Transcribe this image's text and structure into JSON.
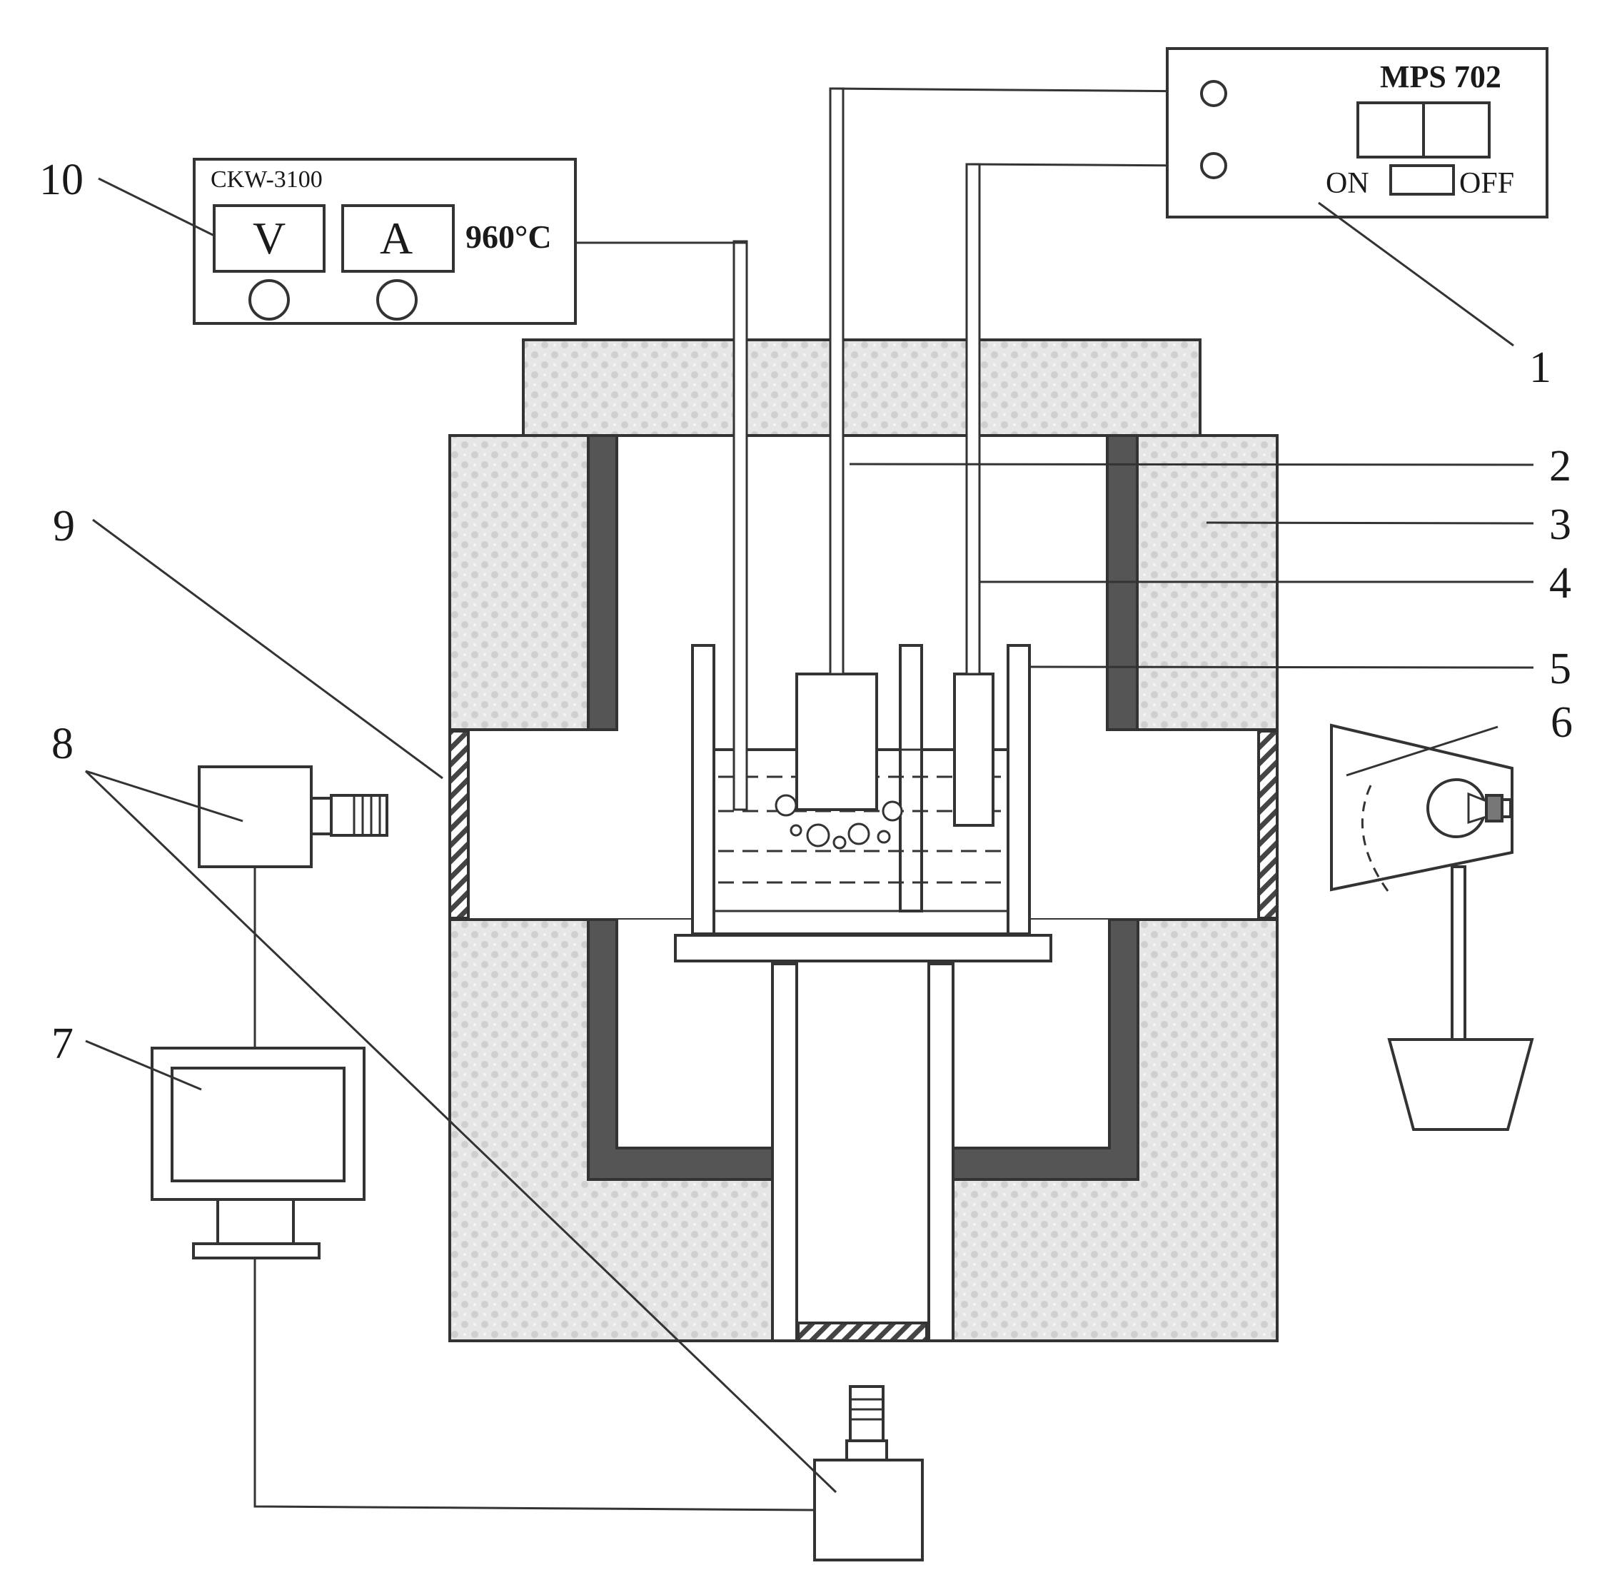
{
  "diagram": {
    "callouts": [
      "1",
      "2",
      "3",
      "4",
      "5",
      "6",
      "7",
      "8",
      "9",
      "10"
    ],
    "power_supply": {
      "model": "MPS 702",
      "on_label": "ON",
      "off_label": "OFF"
    },
    "temperature_controller": {
      "model": "CKW-3100",
      "voltage_label": "V",
      "current_label": "A",
      "temperature": "960°C"
    }
  }
}
